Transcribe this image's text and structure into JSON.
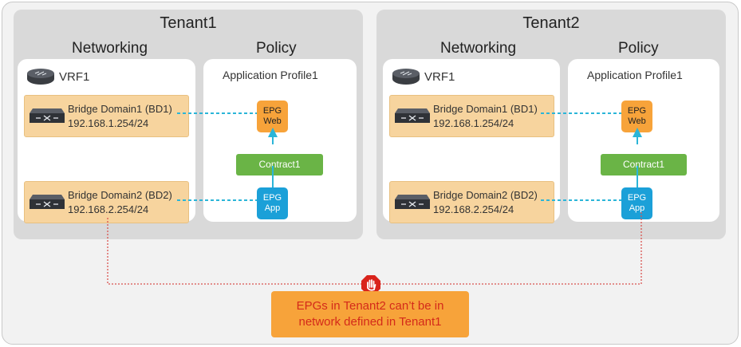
{
  "tenants": [
    {
      "title": "Tenant1",
      "networking_label": "Networking",
      "policy_label": "Policy",
      "vrf": "VRF1",
      "bridge_domains": [
        {
          "name": "Bridge Domain1 (BD1)",
          "subnet": "192.168.1.254/24"
        },
        {
          "name": "Bridge Domain2 (BD2)",
          "subnet": "192.168.2.254/24"
        }
      ],
      "app_profile": "Application Profile1",
      "epg_web": {
        "line1": "EPG",
        "line2": "Web"
      },
      "epg_app": {
        "line1": "EPG",
        "line2": "App"
      },
      "contract": "Contract1"
    },
    {
      "title": "Tenant2",
      "networking_label": "Networking",
      "policy_label": "Policy",
      "vrf": "VRF1",
      "bridge_domains": [
        {
          "name": "Bridge Domain1 (BD1)",
          "subnet": "192.168.1.254/24"
        },
        {
          "name": "Bridge Domain2 (BD2)",
          "subnet": "192.168.2.254/24"
        }
      ],
      "app_profile": "Application Profile1",
      "epg_web": {
        "line1": "EPG",
        "line2": "Web"
      },
      "epg_app": {
        "line1": "EPG",
        "line2": "App"
      },
      "contract": "Contract1"
    }
  ],
  "warning": {
    "line1": "EPGs in Tenant2 can’t be in",
    "line2": "network defined in Tenant1"
  },
  "colors": {
    "tenant_bg": "#d9d9d9",
    "bridge_domain": "#f7d49e",
    "epg_web": "#f7a33a",
    "epg_app": "#1ba0d8",
    "contract": "#6ab446",
    "link_line": "#2bb5d8",
    "restriction_line": "#d9534f",
    "warning_text": "#d42a1a"
  },
  "icons": {
    "vrf": "router-icon",
    "bridge_domain": "switch-icon",
    "warning": "stop-hand-icon"
  }
}
